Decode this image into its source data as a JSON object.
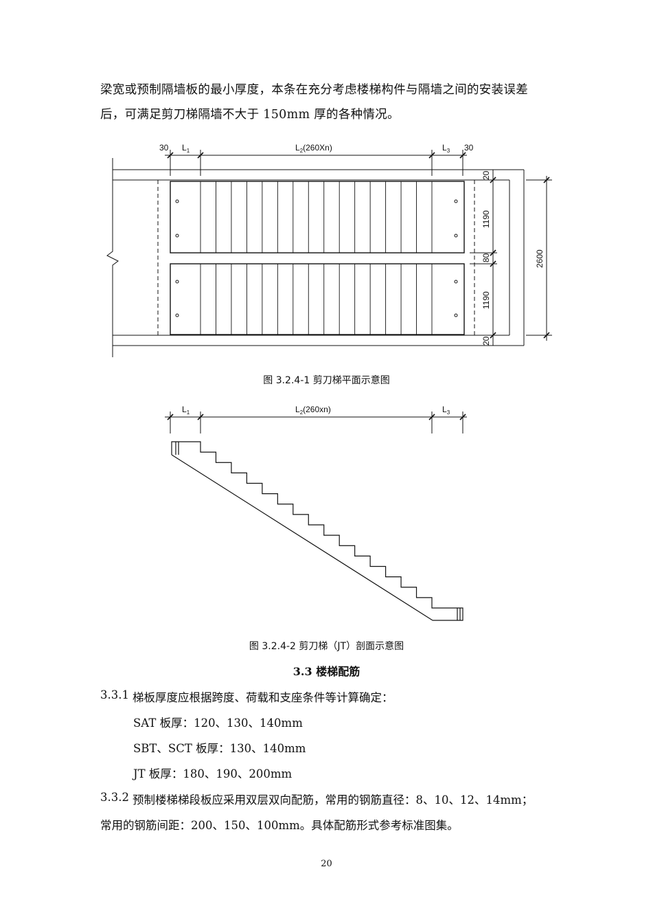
{
  "intro": {
    "line1": "梁宽或预制隔墙板的最小厚度，本条在充分考虑楼梯构件与隔墙之间的安装误差",
    "line2": "后，可满足剪刀梯隔墙不大于 150mm 厚的各种情况。"
  },
  "plan": {
    "dim_30_left": "30",
    "dim_L1": "L",
    "dim_L1_sub": "1",
    "dim_L2": "L",
    "dim_L2_sub": "2",
    "dim_L2_rest": "(260Xn)",
    "dim_L3": "L",
    "dim_L3_sub": "3",
    "dim_30_right": "30",
    "dim_20_top": "20",
    "dim_1190_top": "1190",
    "dim_80": "80",
    "dim_1190_bottom": "1190",
    "dim_20_bottom": "20",
    "dim_2600": "2600",
    "caption": "图 3.2.4-1  剪刀梯平面示意图"
  },
  "section": {
    "dim_L1": "L",
    "dim_L1_sub": "1",
    "dim_L2": "L",
    "dim_L2_sub": "2",
    "dim_L2_rest": "(260xn)",
    "dim_L3": "L",
    "dim_L3_sub": "3",
    "caption": "图 3.2.4-2  剪刀梯（JT）剖面示意图"
  },
  "section_33": {
    "heading": "3.3  楼梯配筋",
    "item_331_num": "3.3.1",
    "item_331_text": "梯板厚度应根据跨度、荷载和支座条件等计算确定：",
    "sat": "SAT 板厚：120、130、140mm",
    "sbt_sct": "SBT、SCT 板厚：130、140mm",
    "jt": "JT 板厚：180、190、200mm",
    "item_332_num": "3.3.2",
    "item_332_text": "预制楼梯梯段板应采用双层双向配筋，常用的钢筋直径：8、10、12、14mm；",
    "item_332_line2": "常用的钢筋间距：200、150、100mm。具体配筋形式参考标准图集。"
  },
  "page_number": "20"
}
